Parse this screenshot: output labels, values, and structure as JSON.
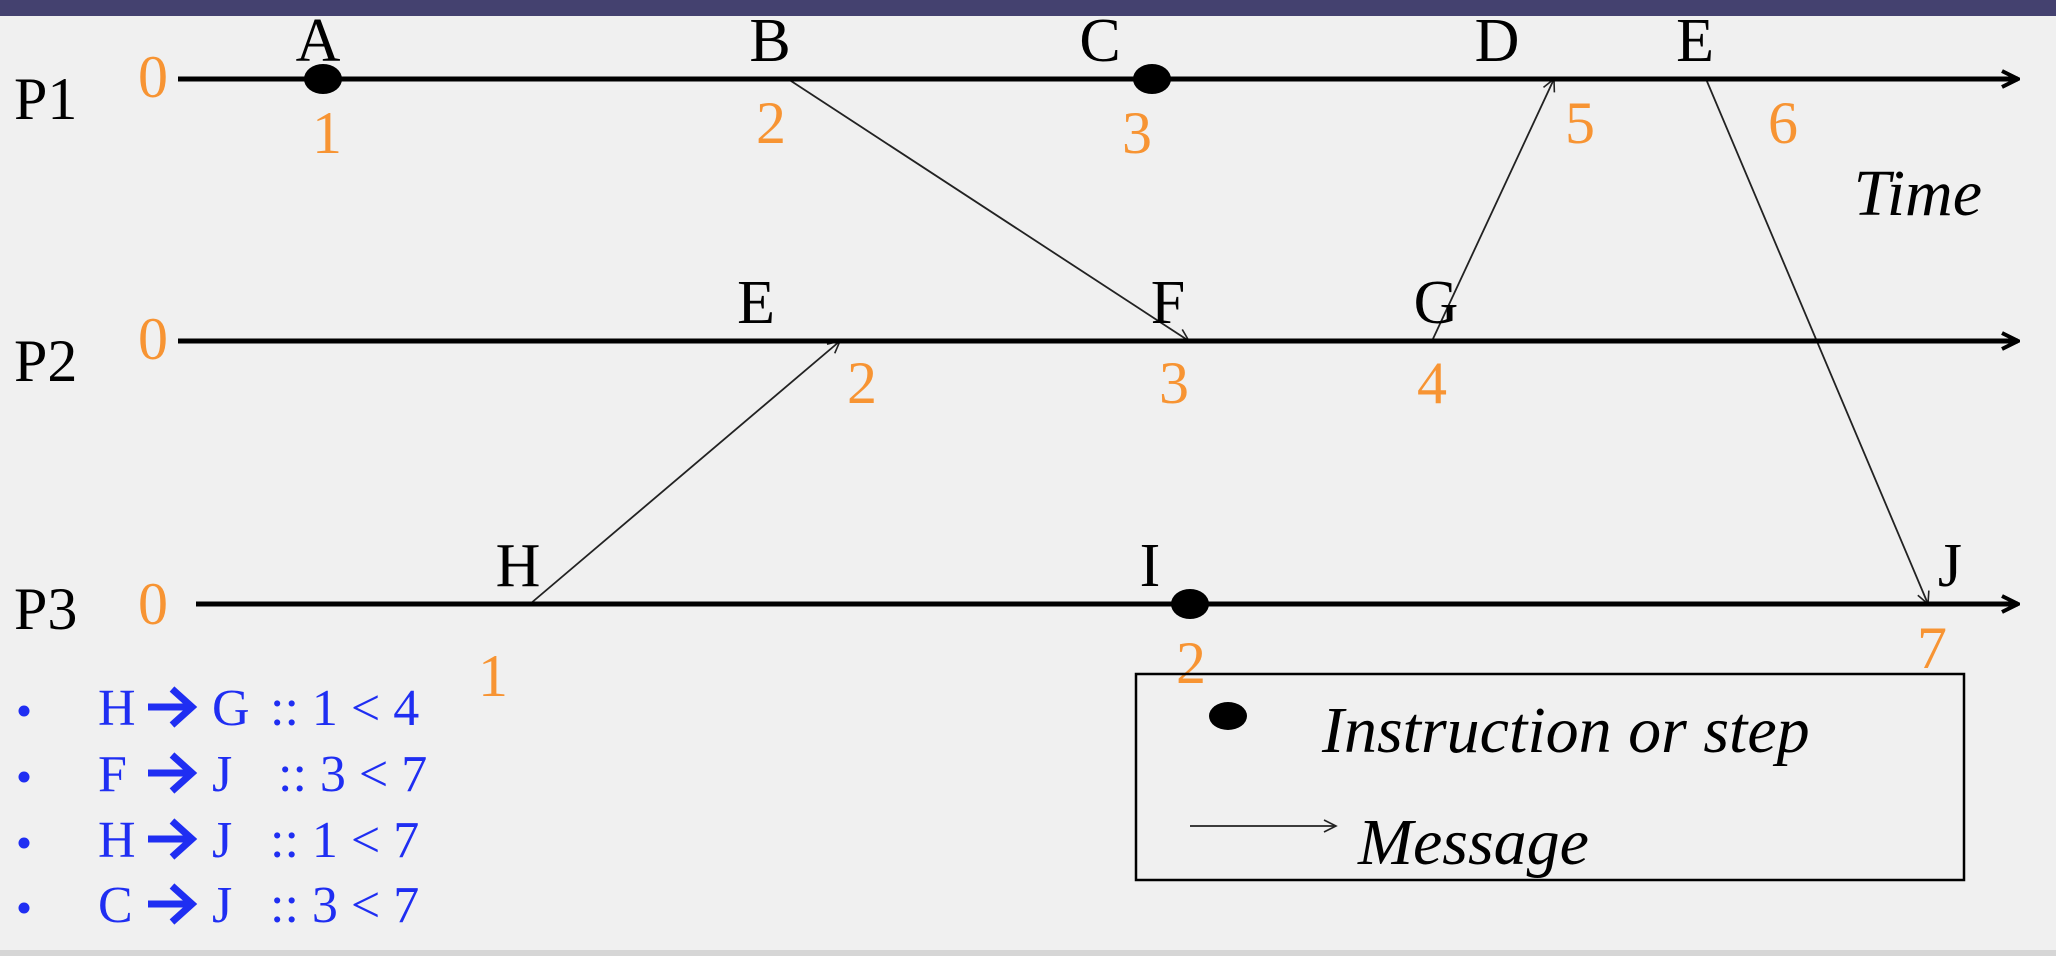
{
  "processes": [
    {
      "label": "P1",
      "start_clock": "0",
      "events": [
        {
          "label": "A",
          "clock": "1",
          "dot": true
        },
        {
          "label": "B",
          "clock": "2",
          "dot": false
        },
        {
          "label": "C",
          "clock": "3",
          "dot": true
        },
        {
          "label": "D",
          "clock": "5",
          "dot": false
        },
        {
          "label": "E",
          "clock": "6",
          "dot": false
        }
      ]
    },
    {
      "label": "P2",
      "start_clock": "0",
      "events": [
        {
          "label": "E",
          "clock": "2",
          "dot": false
        },
        {
          "label": "F",
          "clock": "3",
          "dot": false
        },
        {
          "label": "G",
          "clock": "4",
          "dot": false
        }
      ]
    },
    {
      "label": "P3",
      "start_clock": "0",
      "events": [
        {
          "label": "H",
          "clock": "1",
          "dot": false
        },
        {
          "label": "I",
          "clock": "2",
          "dot": true
        },
        {
          "label": "J",
          "clock": "7",
          "dot": false
        }
      ]
    }
  ],
  "messages": [
    {
      "from": "P1.B",
      "to": "P2.F"
    },
    {
      "from": "P2.G",
      "to": "P1.D"
    },
    {
      "from": "P3.H",
      "to": "P2.E"
    },
    {
      "from": "P1.E",
      "to": "P3.J"
    }
  ],
  "time_label": "Time",
  "bullets": [
    {
      "from": "H",
      "to": "G",
      "rest": ":: 1 < 4"
    },
    {
      "from": "F",
      "to": "J",
      "rest": ":: 3 < 7"
    },
    {
      "from": "H",
      "to": "J",
      "rest": ":: 1 < 7"
    },
    {
      "from": "C",
      "to": "J",
      "rest": ":: 3 < 7"
    }
  ],
  "legend": {
    "instruction_label": "Instruction or step",
    "message_label": "Message"
  },
  "colors": {
    "background": "#f0f0f0",
    "title_bar": "#44416f",
    "clock_orange": "#f79433",
    "bullet_blue": "#1f2ef2",
    "line_black": "#000000"
  }
}
